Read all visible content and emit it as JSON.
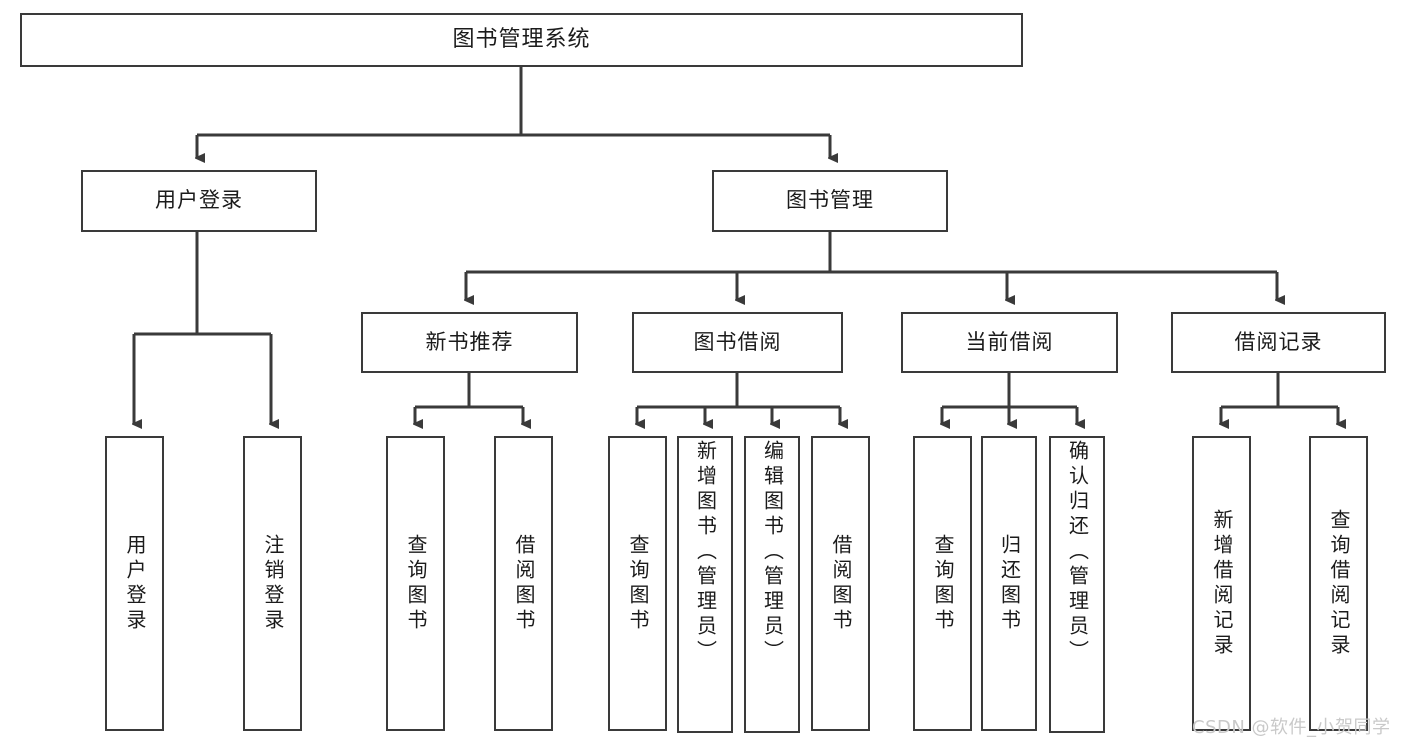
{
  "diagram": {
    "title": "图书管理系统",
    "type": "tree-hierarchy-diagram",
    "root": {
      "label": "图书管理系统"
    },
    "level2": [
      {
        "label": "用户登录"
      },
      {
        "label": "图书管理"
      }
    ],
    "level3": [
      {
        "label": "新书推荐"
      },
      {
        "label": "图书借阅"
      },
      {
        "label": "当前借阅"
      },
      {
        "label": "借阅记录"
      }
    ],
    "leaves": {
      "user_login": [
        {
          "label": "用户登录"
        },
        {
          "label": "注销登录"
        }
      ],
      "new_book": [
        {
          "label": "查询图书"
        },
        {
          "label": "借阅图书"
        }
      ],
      "book_borrow": [
        {
          "label": "查询图书"
        },
        {
          "label": "新增图书（管理员）"
        },
        {
          "label": "编辑图书（管理员）"
        },
        {
          "label": "借阅图书"
        }
      ],
      "current_borrow": [
        {
          "label": "查询图书"
        },
        {
          "label": "归还图书"
        },
        {
          "label": "确认归还（管理员）"
        }
      ],
      "borrow_record": [
        {
          "label": "新增借阅记录"
        },
        {
          "label": "查询借阅记录"
        }
      ]
    }
  },
  "watermark": {
    "text": "CSDN @软件_小贺同学"
  },
  "colors": {
    "box_border": "#3a3a3a",
    "box_fill": "#ffffff",
    "text": "#1b1b1b",
    "connector": "#3a3a3a",
    "watermark": "#c9c9c9"
  }
}
